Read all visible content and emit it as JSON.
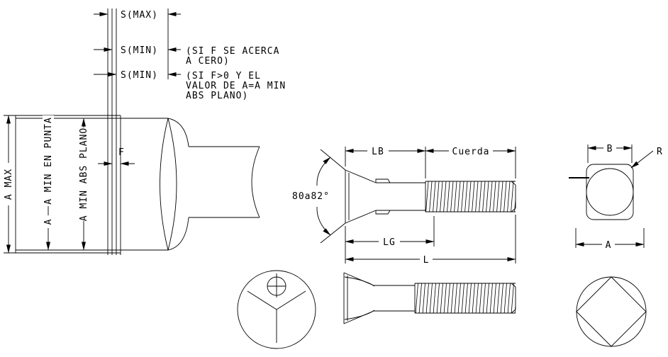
{
  "colors": {
    "ink": "#000000",
    "paper": "#ffffff"
  },
  "detail_view": {
    "dim_s_max": "S(MAX)",
    "dim_s_min_1": "S(MIN)",
    "dim_s_min_2": "S(MIN)",
    "note_s_min_1": {
      "line1": "(SI F SE ACERCA",
      "line2": "A CERO)"
    },
    "note_s_min_2": {
      "line1": "(SI F>0 Y EL",
      "line2": "VALOR DE A=A MIN",
      "line3": "ABS PLANO)"
    },
    "dim_a_max": "A MAX",
    "dim_a_min_punta": "A MIN EN PUNTA",
    "dim_a": "A",
    "dim_a_min_abs_plano": "A MIN ABS PLANO",
    "dim_f": "F"
  },
  "side_view": {
    "dim_angle": "80a82°",
    "dim_lb": "LB",
    "dim_cuerda": "Cuerda",
    "dim_lg": "LG",
    "dim_l": "L"
  },
  "head_view": {
    "dim_b": "B",
    "dim_r": "R",
    "dim_a": "A"
  }
}
